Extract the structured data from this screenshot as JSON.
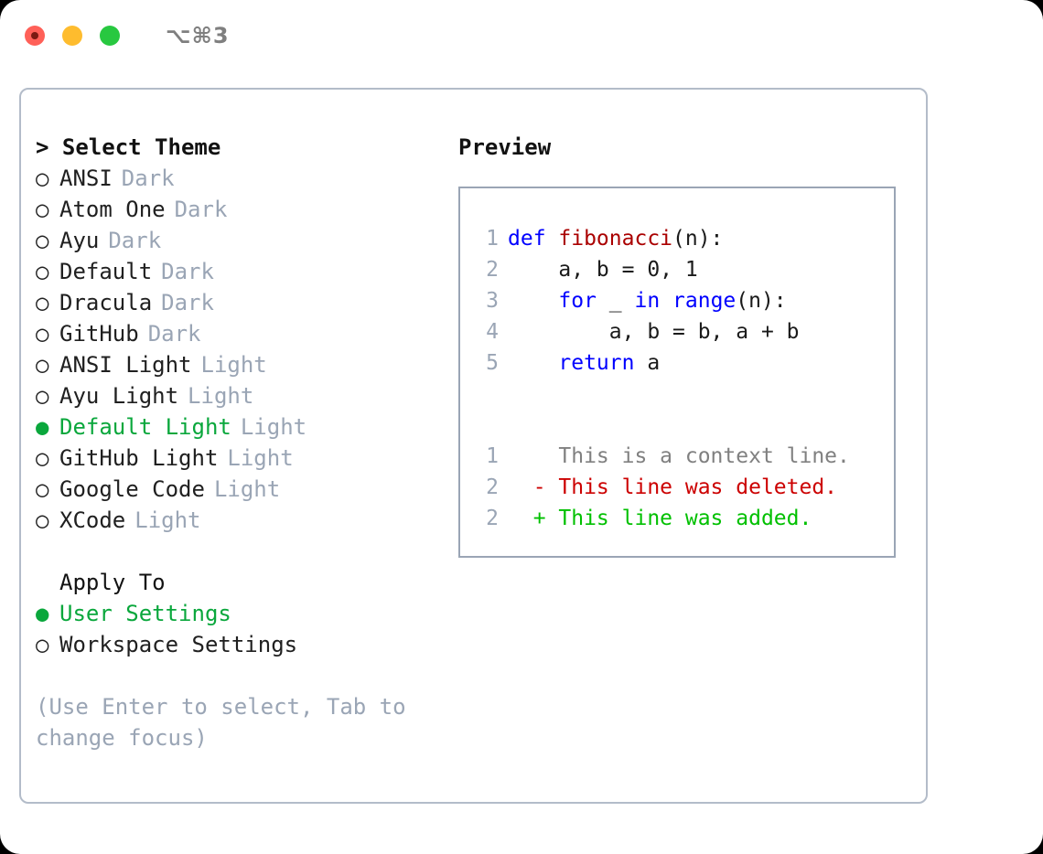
{
  "titlebar": {
    "shortcut": "⌥⌘3",
    "traffic_lights": [
      "close",
      "minimize",
      "maximize"
    ]
  },
  "theme_panel": {
    "header": "> Select Theme",
    "items": [
      {
        "bullet": "○",
        "label": "ANSI",
        "variant": "Dark",
        "selected": false
      },
      {
        "bullet": "○",
        "label": "Atom One",
        "variant": "Dark",
        "selected": false
      },
      {
        "bullet": "○",
        "label": "Ayu",
        "variant": "Dark",
        "selected": false
      },
      {
        "bullet": "○",
        "label": "Default",
        "variant": "Dark",
        "selected": false
      },
      {
        "bullet": "○",
        "label": "Dracula",
        "variant": "Dark",
        "selected": false
      },
      {
        "bullet": "○",
        "label": "GitHub",
        "variant": "Dark",
        "selected": false
      },
      {
        "bullet": "○",
        "label": "ANSI Light",
        "variant": "Light",
        "selected": false
      },
      {
        "bullet": "○",
        "label": "Ayu Light",
        "variant": "Light",
        "selected": false
      },
      {
        "bullet": "●",
        "label": "Default Light",
        "variant": "Light",
        "selected": true
      },
      {
        "bullet": "○",
        "label": "GitHub Light",
        "variant": "Light",
        "selected": false
      },
      {
        "bullet": "○",
        "label": "Google Code",
        "variant": "Light",
        "selected": false
      },
      {
        "bullet": "○",
        "label": "XCode",
        "variant": "Light",
        "selected": false
      }
    ]
  },
  "apply_to": {
    "header": "Apply To",
    "items": [
      {
        "bullet": "●",
        "label": "User Settings",
        "selected": true
      },
      {
        "bullet": "○",
        "label": "Workspace Settings",
        "selected": false
      }
    ]
  },
  "hint": "(Use Enter to select, Tab to change focus)",
  "preview": {
    "header": "Preview",
    "code_lines": [
      {
        "no": "1",
        "tokens": [
          {
            "t": "def ",
            "c": "kw"
          },
          {
            "t": "fibonacci",
            "c": "fn"
          },
          {
            "t": "(n):",
            "c": "pl"
          }
        ]
      },
      {
        "no": "2",
        "tokens": [
          {
            "t": "    a, b = 0, 1",
            "c": "pl"
          }
        ]
      },
      {
        "no": "3",
        "tokens": [
          {
            "t": "    ",
            "c": "pl"
          },
          {
            "t": "for",
            "c": "kw"
          },
          {
            "t": " _ ",
            "c": "pl"
          },
          {
            "t": "in range",
            "c": "kw"
          },
          {
            "t": "(n):",
            "c": "pl"
          }
        ]
      },
      {
        "no": "4",
        "tokens": [
          {
            "t": "        a, b = b, a + b",
            "c": "pl"
          }
        ]
      },
      {
        "no": "5",
        "tokens": [
          {
            "t": "    ",
            "c": "pl"
          },
          {
            "t": "return",
            "c": "kw"
          },
          {
            "t": " a",
            "c": "pl"
          }
        ]
      }
    ],
    "diff_lines": [
      {
        "no": "1",
        "marker": "  ",
        "text": "This is a context line.",
        "kind": "ctx"
      },
      {
        "no": "2",
        "marker": "- ",
        "text": "This line was deleted.",
        "kind": "del"
      },
      {
        "no": "2",
        "marker": "+ ",
        "text": "This line was added.",
        "kind": "add"
      }
    ]
  },
  "colors": {
    "accent_green": "#0aa73c",
    "muted": "#9aa5b5",
    "keyword_blue": "#0000ff",
    "function_red": "#aa0000",
    "diff_delete": "#cc0000",
    "diff_add": "#00c000",
    "border": "#b3bcc9"
  }
}
